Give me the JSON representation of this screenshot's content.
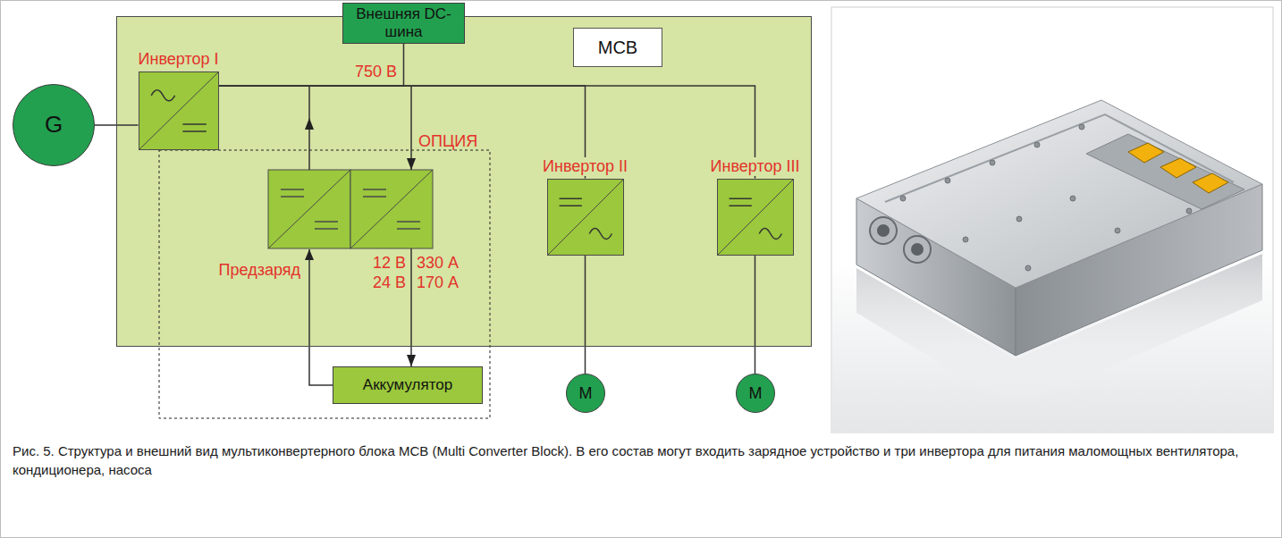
{
  "diagram": {
    "caption": "Рис. 5. Структура и внешний вид мультиконвертерного блока MCB (Multi Converter Block). В его состав могут входить зарядное устройство и три инвертора для питания маломощных вентилятора, кондиционера, насоса",
    "nodes": [
      {
        "text": [
          "Внешняя DC-шина"
        ]
      },
      {
        "text": [
          "MCB"
        ]
      },
      {
        "text": [
          "G"
        ]
      },
      {
        "text": [
          "Инвертор I"
        ],
        "in": 1
      },
      {
        "text": [
          "Инвертор II"
        ],
        "in": 1
      },
      {
        "text": [
          "Инвертор III"
        ],
        "in": 1
      },
      {
        "text": [
          "M"
        ]
      },
      {
        "text": [
          "M"
        ]
      },
      {
        "text": [
          "Аккумулятор"
        ]
      }
    ],
    "edges": [
      {
        "from": 2,
        "to": 3,
        "arrow": "none"
      },
      {
        "from": 3,
        "to": 0,
        "arrow": "none"
      },
      {
        "from": 3,
        "to": 4,
        "arrow": "none"
      },
      {
        "from": 3,
        "to": 5,
        "arrow": "none"
      },
      {
        "from": 4,
        "to": 6,
        "arrow": "none"
      },
      {
        "from": 5,
        "to": 7,
        "arrow": "none"
      }
    ],
    "labels": [
      "750 В",
      "ОПЦИЯ",
      "Предзаряд",
      "12 В",
      "330 А",
      "24 В",
      "170 А"
    ]
  }
}
